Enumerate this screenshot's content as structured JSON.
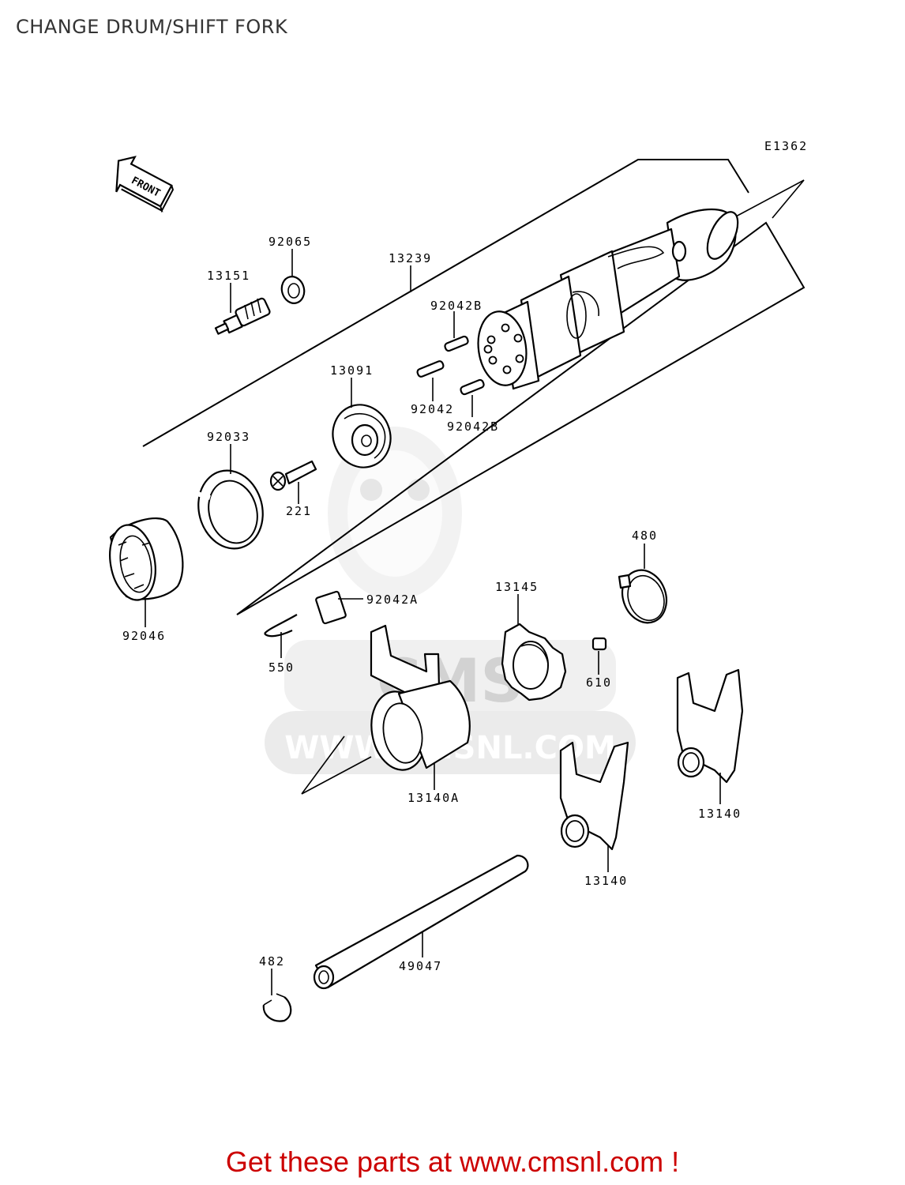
{
  "title": "CHANGE DRUM/SHIFT FORK",
  "diagram_code": "E1362",
  "front_arrow_label": "FRONT",
  "watermark": {
    "brand": "CMS",
    "url": "WWW.CMSNL.COM"
  },
  "parts": [
    {
      "id": "p13239",
      "number": "13239"
    },
    {
      "id": "p92065",
      "number": "92065"
    },
    {
      "id": "p13151",
      "number": "13151"
    },
    {
      "id": "p92042B_a",
      "number": "92042B"
    },
    {
      "id": "p13091",
      "number": "13091"
    },
    {
      "id": "p92042",
      "number": "92042"
    },
    {
      "id": "p92042B_b",
      "number": "92042B"
    },
    {
      "id": "p92033",
      "number": "92033"
    },
    {
      "id": "p221",
      "number": "221"
    },
    {
      "id": "p480",
      "number": "480"
    },
    {
      "id": "p13145",
      "number": "13145"
    },
    {
      "id": "p92042A",
      "number": "92042A"
    },
    {
      "id": "p92046",
      "number": "92046"
    },
    {
      "id": "p550",
      "number": "550"
    },
    {
      "id": "p610",
      "number": "610"
    },
    {
      "id": "p13140A",
      "number": "13140A"
    },
    {
      "id": "p13140_a",
      "number": "13140"
    },
    {
      "id": "p13140_b",
      "number": "13140"
    },
    {
      "id": "p482",
      "number": "482"
    },
    {
      "id": "p49047",
      "number": "49047"
    }
  ],
  "footer": {
    "text": "Get these parts at www.cmsnl.com !",
    "color": "#cc0000"
  }
}
